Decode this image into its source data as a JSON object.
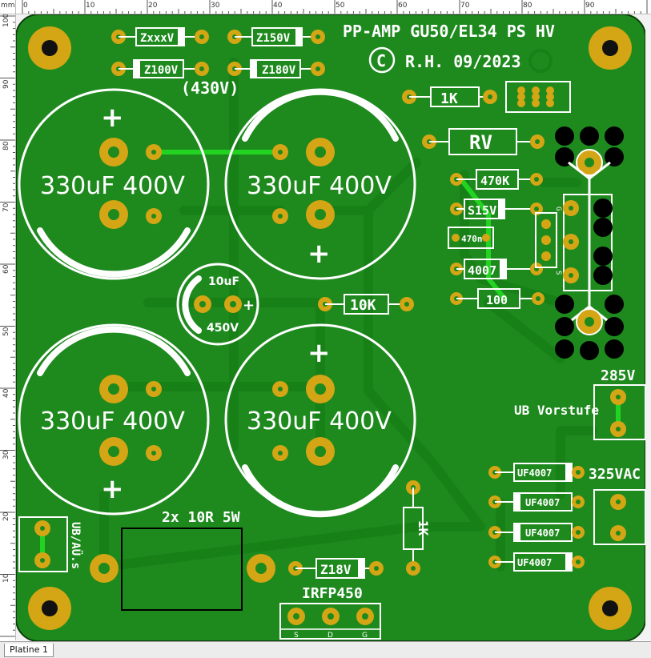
{
  "app": {
    "ruler_unit": "mm",
    "ruler_top_labels": [
      "0",
      "10",
      "20",
      "30",
      "40",
      "50",
      "60",
      "70",
      "80",
      "90"
    ],
    "ruler_left_labels": [
      "100",
      "90",
      "80",
      "70",
      "60",
      "50",
      "40",
      "30",
      "20",
      "10"
    ],
    "tab_label": "Platine 1"
  },
  "colors": {
    "board": "#1e8a1e",
    "trace": "#178017",
    "top_trace": "#22d322",
    "pad": "#d4a514",
    "silkscreen": "#ffffff",
    "black_pad": "#000000"
  },
  "board": {
    "title": "PP-AMP GU50/EL34 PS HV",
    "copyright_symbol": "C",
    "copyright_text": "R.H. 09/2023",
    "voltage_note": "(430V)",
    "caps": [
      {
        "label": "330uF 400V",
        "plus": "+"
      },
      {
        "label": "330uF 400V",
        "plus": "+"
      },
      {
        "label": "330uF 400V",
        "plus": "+"
      },
      {
        "label": "330uF 400V",
        "plus": "+"
      }
    ],
    "small_cap": {
      "value": "10uF",
      "voltage": "450V",
      "plus": "+"
    },
    "zeners": [
      "ZxxxV",
      "Z150V",
      "Z100V",
      "Z180V"
    ],
    "resistors": {
      "r1k_top": "1K",
      "rv": "RV",
      "r470k": "470K",
      "s15v": "S15V",
      "c470n": "470n",
      "d4007": "4007",
      "r100": "100",
      "r10k": "10K",
      "r1k_vert": "1K",
      "z18v": "Z18V"
    },
    "g_label": "G",
    "s_label": "S",
    "diodes": [
      "UF4007",
      "UF4007",
      "UF4007",
      "UF4007"
    ],
    "conn_285v": {
      "voltage": "285V",
      "label": "UB Vorstufe"
    },
    "conn_325vac": "325VAC",
    "conn_ub": "UB/AÜ.s",
    "power_resistor": "2x 10R 5W",
    "mosfet": {
      "name": "IRFP450",
      "pins": [
        "S",
        "D",
        "G"
      ]
    }
  }
}
